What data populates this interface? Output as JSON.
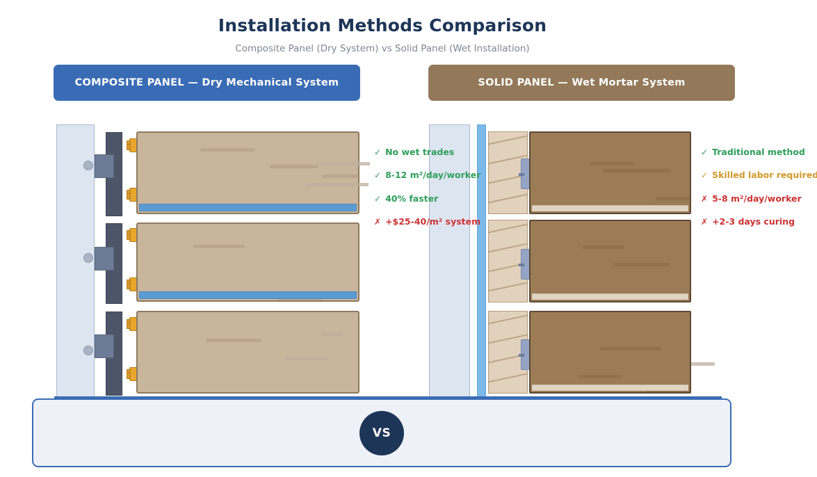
{
  "header": {
    "title": "Installation Methods Comparison",
    "subtitle": "Composite Panel (Dry System) vs Solid Panel (Wet Installation)"
  },
  "columns": {
    "left": {
      "label": "COMPOSITE PANEL — Dry Mechanical System",
      "color": "#3a6cb5"
    },
    "right": {
      "label": "SOLID PANEL — Wet Mortar System",
      "color": "#93795a"
    }
  },
  "vs": {
    "label": "VS",
    "border_color": "#3a6cb5",
    "badge_color": "#1d3557"
  },
  "annotations": {
    "left": [
      {
        "mark": "✓",
        "text": "No wet trades",
        "color": "#2f9e5c"
      },
      {
        "mark": "✓",
        "text": "8-12 m²/day/worker",
        "color": "#2f9e5c"
      },
      {
        "mark": "✓",
        "text": "40% faster",
        "color": "#2f9e5c"
      },
      {
        "mark": "✗",
        "text": "+$25-40/m² system",
        "color": "#cc3333"
      }
    ],
    "right": [
      {
        "mark": "✓",
        "text": "Traditional method",
        "color": "#2f9e5c"
      },
      {
        "mark": "✓",
        "text": "Skilled labor required",
        "color": "#d1992a"
      },
      {
        "mark": "✗",
        "text": "5-8 m²/day/worker",
        "color": "#cc3333"
      },
      {
        "mark": "✗",
        "text": "+2-3 days curing",
        "color": "#cc3333"
      }
    ]
  },
  "diagram": {
    "left": {
      "wall_color": "#dde5f1",
      "rail_color": "#4d5568",
      "bracket_color": "#6d7b96",
      "clip_color": "#e8a72c",
      "panel_color": "#c9b49c",
      "panel_edge_color": "#5a9bd4",
      "rows": 3
    },
    "right": {
      "wall_color": "#dde5f1",
      "adhesive_color": "#7bb9e8",
      "mortar_color": "#e2d2bd",
      "anchor_color": "#93a4c4",
      "panel_color": "#9c7c57",
      "panel_edge_color": "#e0d4c2",
      "rows": 3
    },
    "floor_color": "#3a6cb5"
  }
}
